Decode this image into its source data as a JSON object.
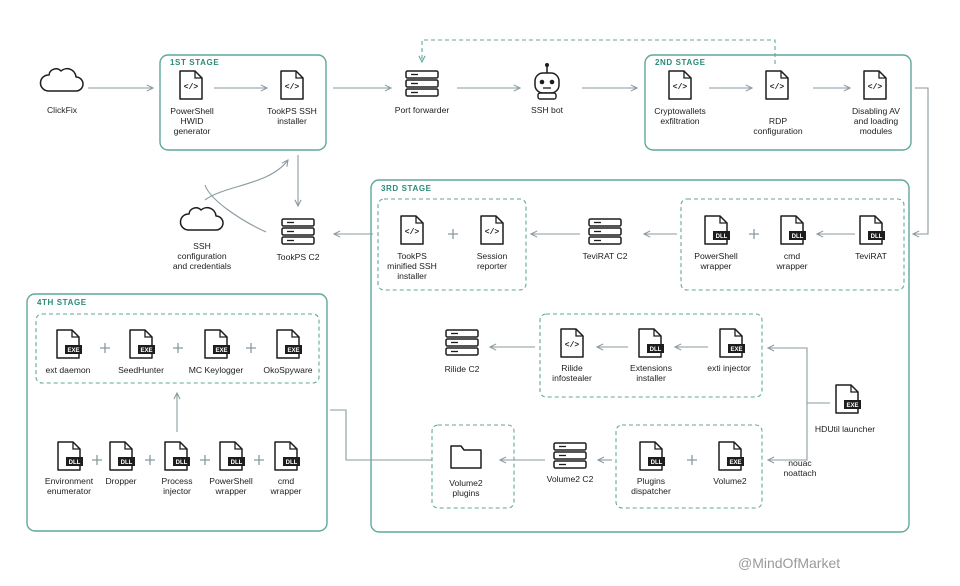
{
  "stages": {
    "s1": "1ST STAGE",
    "s2": "2ND STAGE",
    "s3": "3RD STAGE",
    "s4": "4TH STAGE"
  },
  "badges": {
    "exe": "EXE",
    "dll": "DLL",
    "code": "</>"
  },
  "nodes": {
    "clickfix": "ClickFix",
    "ps_hwid": [
      "PowerShell",
      "HWID",
      "generator"
    ],
    "tookps_ssh": [
      "TookPS SSH",
      "installer"
    ],
    "port_forwarder": "Port forwarder",
    "ssh_bot": "SSH bot",
    "crypto": [
      "Cryptowallets",
      "exfiltration"
    ],
    "rdp": [
      "RDP",
      "configuration"
    ],
    "disabling_av": [
      "Disabling AV",
      "and loading",
      "modules"
    ],
    "ssh_config": [
      "SSH",
      "configuration",
      "and credentials"
    ],
    "tookps_c2": "TookPS C2",
    "tookps_min": [
      "TookPS",
      "minified SSH",
      "installer"
    ],
    "session_reporter": [
      "Session",
      "reporter"
    ],
    "tevirat_c2": "TeviRAT C2",
    "ps_wrapper3": [
      "PowerShell",
      "wrapper"
    ],
    "cmd_wrapper3": [
      "cmd",
      "wrapper"
    ],
    "tevirat": "TeviRAT",
    "rilide_c2": "Rilide C2",
    "rilide": [
      "Rilide",
      "infostealer"
    ],
    "ext_installer": [
      "Extensions",
      "installer"
    ],
    "exti_injector": "exti injector",
    "hdutil": "HDUtil launcher",
    "volume2_plugins": [
      "Volume2",
      "plugins"
    ],
    "volume2_c2": "Volume2 C2",
    "plugins_dispatcher": [
      "Plugins",
      "dispatcher"
    ],
    "volume2": "Volume2",
    "nouac": [
      "nouac",
      "noattach"
    ],
    "ext_daemon": "ext daemon",
    "seedhunter": "SeedHunter",
    "mc_keylogger": "MC Keylogger",
    "okospyware": "OkoSpyware",
    "env_enum": [
      "Environment",
      "enumerator"
    ],
    "dropper": "Dropper",
    "process_injector": [
      "Process",
      "injector"
    ],
    "ps_wrapper4": [
      "PowerShell",
      "wrapper"
    ],
    "cmd_wrapper4": [
      "cmd",
      "wrapper"
    ]
  },
  "watermark": "@MindOfMarket",
  "colors": {
    "accent": "#2b8a79",
    "frame": "#5fa99a",
    "line": "#8a9aa0",
    "icon": "#1d1d1d"
  }
}
